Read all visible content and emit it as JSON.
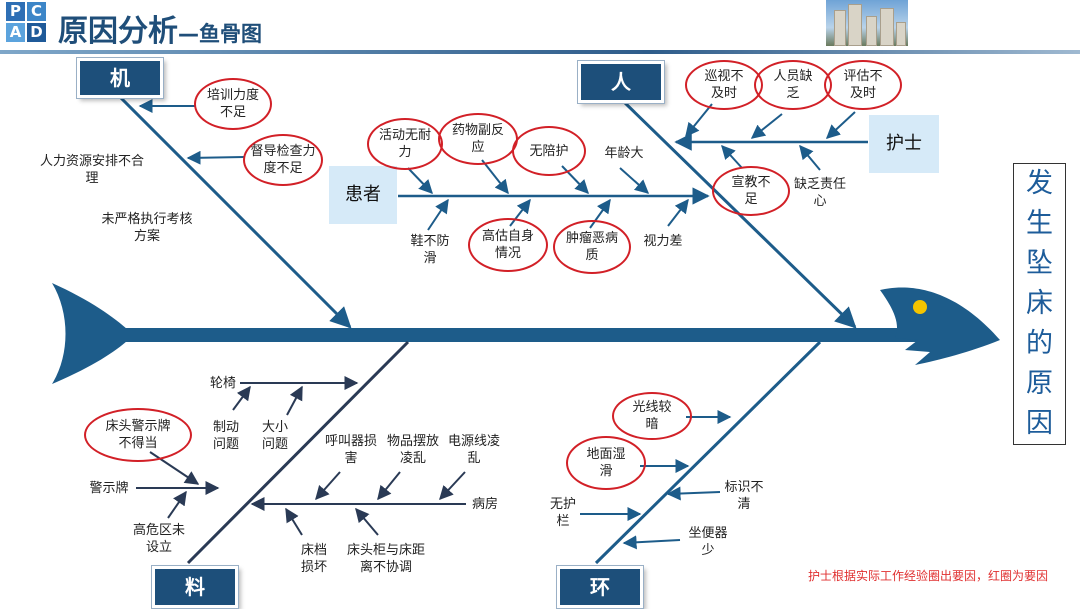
{
  "logo": {
    "letters": [
      "P",
      "C",
      "A",
      "D"
    ],
    "colors": [
      "#2e6fb5",
      "#3d86c8",
      "#5ba3dd",
      "#1f5a99"
    ]
  },
  "header": {
    "title": "原因分析",
    "subtitle": "—鱼骨图"
  },
  "categories": {
    "machine": "机",
    "people": "人",
    "material": "料",
    "environment": "环"
  },
  "sub_branches": {
    "patient": "患者",
    "nurse": "护士"
  },
  "result": {
    "chars": [
      "发",
      "生",
      "坠",
      "床",
      "的",
      "原",
      "因"
    ]
  },
  "machine_causes": {
    "training": "培训力度不足",
    "supervision": "督导检查力度不足",
    "hr": "人力资源安排不合理",
    "assessment": "未严格执行考核方案"
  },
  "nurse_causes": {
    "patrol": "巡视不及时",
    "staff_short": "人员缺乏",
    "eval": "评估不及时",
    "education": "宣教不足",
    "responsibility": "缺乏责任心"
  },
  "patient_causes": {
    "activity": "活动无耐力",
    "drug": "药物副反应",
    "no_escort": "无陪护",
    "age": "年龄大",
    "shoes": "鞋不防滑",
    "overestimate": "高估自身情况",
    "tumor": "肿瘤恶病质",
    "vision": "视力差"
  },
  "material_causes": {
    "wheelchair": "轮椅",
    "brake": "制动问题",
    "size": "大小问题",
    "sign_absent": "床头警示牌不得当",
    "sign": "警示牌",
    "high_risk": "高危区未设立",
    "call": "呼叫器损害",
    "clutter": "物品摆放凌乱",
    "cable": "电源线凌乱",
    "ward": "病房",
    "bed_rail": "床档损坏",
    "cabinet": "床头柜与床距离不协调"
  },
  "environment_causes": {
    "light": "光线较暗",
    "wet": "地面湿滑",
    "mark": "标识不清",
    "guard": "无护栏",
    "toilet": "坐便器少"
  },
  "footnote": "护士根据实际工作经验圈出要因，红圈为要因",
  "colors": {
    "bone": "#1d5c8a",
    "accent": "#d22027",
    "fish_eye": "#f5c400"
  }
}
